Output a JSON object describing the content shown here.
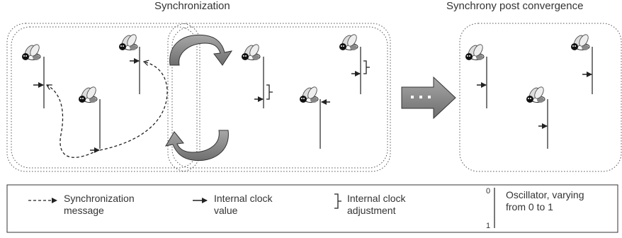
{
  "titles": {
    "synchronization": "Synchronization",
    "post_convergence": "Synchrony post convergence"
  },
  "ellipsis": "...",
  "legend": {
    "sync_message": [
      "Synchronization",
      "message"
    ],
    "clock_value": [
      "Internal clock",
      "value"
    ],
    "clock_adjustment": [
      "Internal clock",
      "adjustment"
    ],
    "oscillator": [
      "Oscillator, varying",
      "from 0 to 1"
    ],
    "oscillator_top": "0",
    "oscillator_bottom": "1"
  },
  "colors": {
    "arrow_fill": "#8a8a8a",
    "line": "#222222",
    "dotted_border": "#555555"
  }
}
